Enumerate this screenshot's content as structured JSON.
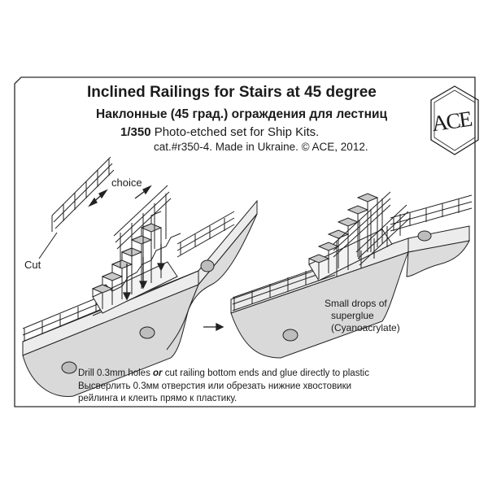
{
  "card": {
    "title": "Inclined Railings for Stairs at 45 degree",
    "title_ru": "Наклонные (45 град.) ограждения для лестниц",
    "scale": "1/350",
    "scale_rest": " Photo-etched set for Ship Kits.",
    "catalog": "cat.#r350-4. Made in Ukraine. © ACE, 2012.",
    "logo_text": "ACE"
  },
  "labels": {
    "choice": "choice",
    "cut": "Cut",
    "glue_line1": "Small drops of",
    "glue_line2": "superglue",
    "glue_line3": "(Cyanoacrylate)"
  },
  "instructions": {
    "en_start": "Drill 0.3mm holes ",
    "en_or": "or",
    "en_end": " cut railing bottom ends and glue directly to plastic",
    "ru_line1": "Высверлить 0.3мм отверстия или обрезать нижние хвостовики",
    "ru_line2": "рейлинга и клеить прямо к пластику."
  },
  "colors": {
    "ink": "#1b1b1b",
    "hull_gray": "#d9d9d9",
    "step_gray": "#c9c9c9",
    "background": "#ffffff"
  }
}
